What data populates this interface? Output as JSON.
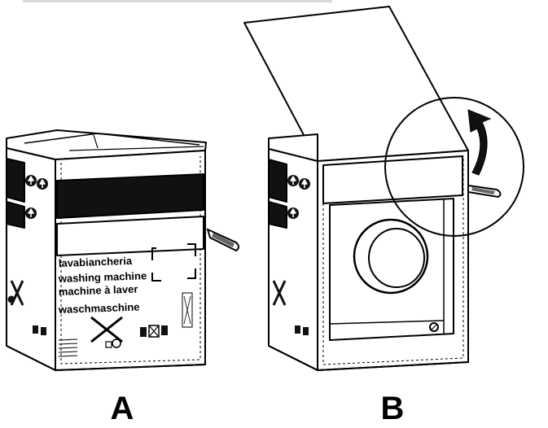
{
  "box_a": {
    "label": "A",
    "product_names": [
      "lavabiancheria",
      "washing machine",
      "machine à laver",
      "waschmaschine"
    ]
  },
  "box_b": {
    "label": "B"
  },
  "colors": {
    "ink": "#000000",
    "paper": "#ffffff",
    "dark_band": "#111111"
  }
}
